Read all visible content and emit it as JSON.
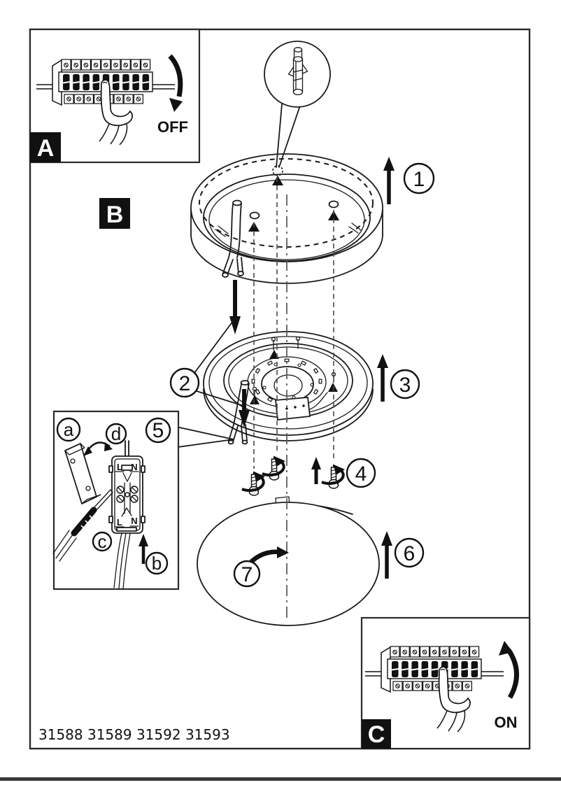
{
  "frame": {
    "product_codes": "31588 31589 31592 31593"
  },
  "panels": {
    "a": {
      "label": "A",
      "action": "OFF"
    },
    "b": {
      "label": "B"
    },
    "c": {
      "label": "C",
      "action": "ON"
    }
  },
  "steps": {
    "s1": "1",
    "s2": "2",
    "s3": "3",
    "s4": "4",
    "s5": "5",
    "s6": "6",
    "s7": "7"
  },
  "wiring": {
    "a": "a",
    "b": "b",
    "c": "c",
    "d": "d",
    "top_l": "L",
    "top_n": "N",
    "bottom_l": "L",
    "bottom_n": "N"
  },
  "colors": {
    "ink": "#1a1a1a",
    "background": "#ffffff"
  }
}
